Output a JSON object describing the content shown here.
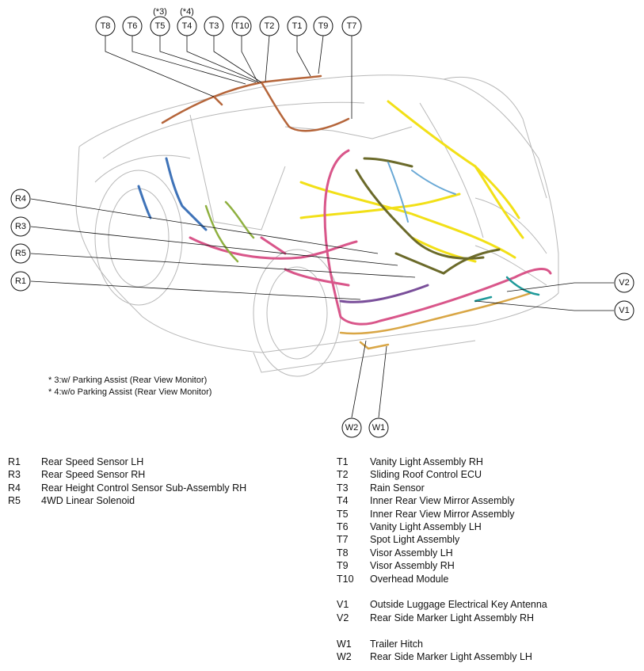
{
  "callouts": {
    "T8": "T8",
    "T6": "T6",
    "T5": "T5",
    "T4": "T4",
    "T3": "T3",
    "T10": "T10",
    "T2": "T2",
    "T1": "T1",
    "T9": "T9",
    "T7": "T7",
    "R4": "R4",
    "R3": "R3",
    "R5": "R5",
    "R1": "R1",
    "V2": "V2",
    "V1": "V1",
    "W2": "W2",
    "W1": "W1"
  },
  "top_notes": {
    "T5": "(*3)",
    "T4": "(*4)"
  },
  "footnotes": [
    "* 3:w/ Parking Assist (Rear View Monitor)",
    "* 4:w/o Parking Assist (Rear View Monitor)"
  ],
  "legend_left": [
    {
      "code": "R1",
      "name": "Rear Speed Sensor LH"
    },
    {
      "code": "R3",
      "name": "Rear Speed Sensor RH"
    },
    {
      "code": "R4",
      "name": "Rear Height Control Sensor Sub-Assembly RH"
    },
    {
      "code": "R5",
      "name": "4WD Linear Solenoid"
    }
  ],
  "legend_right_t": [
    {
      "code": "T1",
      "name": "Vanity Light Assembly RH"
    },
    {
      "code": "T2",
      "name": "Sliding Roof Control ECU"
    },
    {
      "code": "T3",
      "name": "Rain Sensor"
    },
    {
      "code": "T4",
      "name": "Inner Rear View Mirror Assembly"
    },
    {
      "code": "T5",
      "name": "Inner Rear View Mirror Assembly"
    },
    {
      "code": "T6",
      "name": "Vanity Light Assembly LH"
    },
    {
      "code": "T7",
      "name": "Spot Light Assembly"
    },
    {
      "code": "T8",
      "name": "Visor Assembly LH"
    },
    {
      "code": "T9",
      "name": "Visor Assembly RH"
    },
    {
      "code": "T10",
      "name": "Overhead Module"
    }
  ],
  "legend_right_v": [
    {
      "code": "V1",
      "name": "Outside Luggage Electrical Key Antenna"
    },
    {
      "code": "V2",
      "name": "Rear Side Marker Light Assembly RH"
    }
  ],
  "legend_right_w": [
    {
      "code": "W1",
      "name": "Trailer Hitch"
    },
    {
      "code": "W2",
      "name": "Rear Side Marker Light Assembly LH"
    }
  ],
  "harness_colors": {
    "roof": "#b5653a",
    "main_pink": "#d9568a",
    "yellow": "#f2e017",
    "olive": "#6b6a2a",
    "blue": "#3f73b8",
    "green": "#8fb040",
    "purple": "#7a4f9a",
    "tan": "#d9a645",
    "teal": "#1f9a9a",
    "lightblue": "#6aa9d6"
  }
}
